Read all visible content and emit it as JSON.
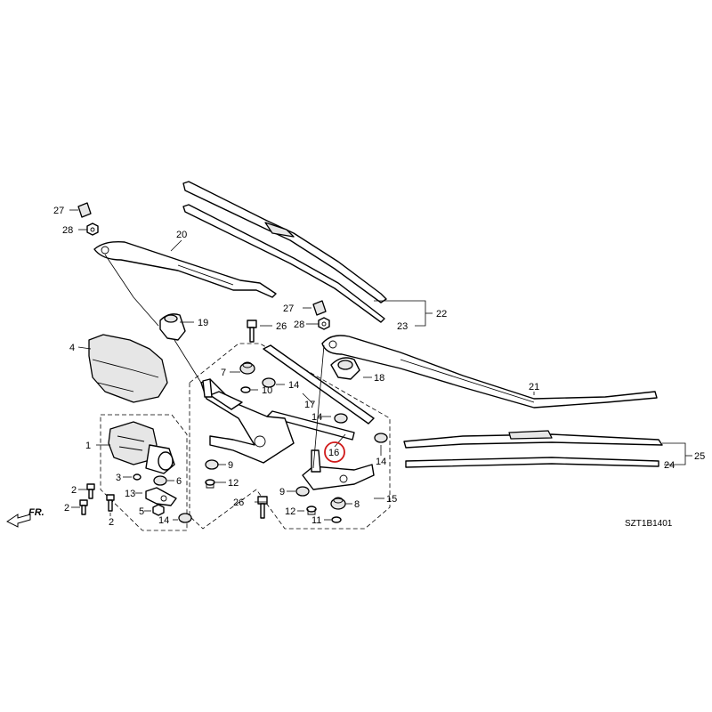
{
  "diagram": {
    "code": "SZT1B1401",
    "front_indicator": "FR.",
    "highlight_color": "#d01818",
    "callouts": {
      "p1": "1",
      "p2a": "2",
      "p2b": "2",
      "p2c": "2",
      "p3": "3",
      "p4": "4",
      "p5": "5",
      "p6": "6",
      "p7": "7",
      "p8": "8",
      "p9a": "9",
      "p9b": "9",
      "p10": "10",
      "p11": "11",
      "p12a": "12",
      "p12b": "12",
      "p13": "13",
      "p14a": "14",
      "p14b": "14",
      "p14c": "14",
      "p14d": "14",
      "p15": "15",
      "p16": "16",
      "p17": "17",
      "p18": "18",
      "p19": "19",
      "p20": "20",
      "p21": "21",
      "p22": "22",
      "p23": "23",
      "p24": "24",
      "p25": "25",
      "p26a": "26",
      "p26b": "26",
      "p27a": "27",
      "p27b": "27",
      "p28a": "28",
      "p28b": "28"
    },
    "highlighted_callout": "16"
  }
}
